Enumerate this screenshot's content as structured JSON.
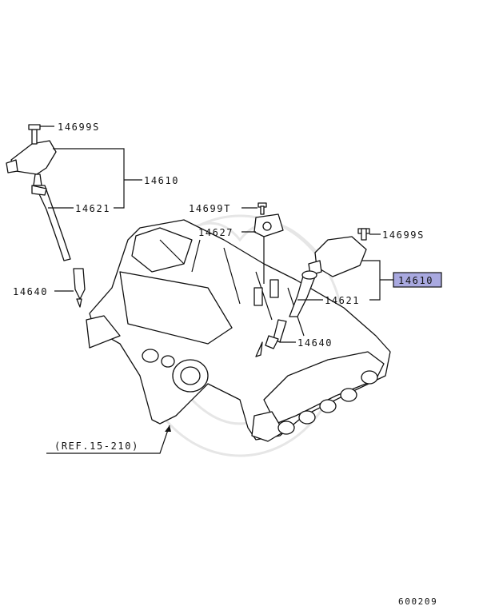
{
  "labels": {
    "bolt_top_left": "14699S",
    "coil_left": "14610",
    "boot_left": "14621",
    "plug_left": "14640",
    "bolt_sensor": "14699T",
    "sensor": "14627",
    "bolt_right": "14699S",
    "coil_right": "14610",
    "boot_right": "14621",
    "plug_right": "14640",
    "reference": "(REF.15-210)",
    "diagram_code": "600209"
  },
  "highlighted_part": "14610",
  "colors": {
    "highlight": "#a9a9e0",
    "line": "#111111",
    "watermark": "#e6e6e6"
  }
}
